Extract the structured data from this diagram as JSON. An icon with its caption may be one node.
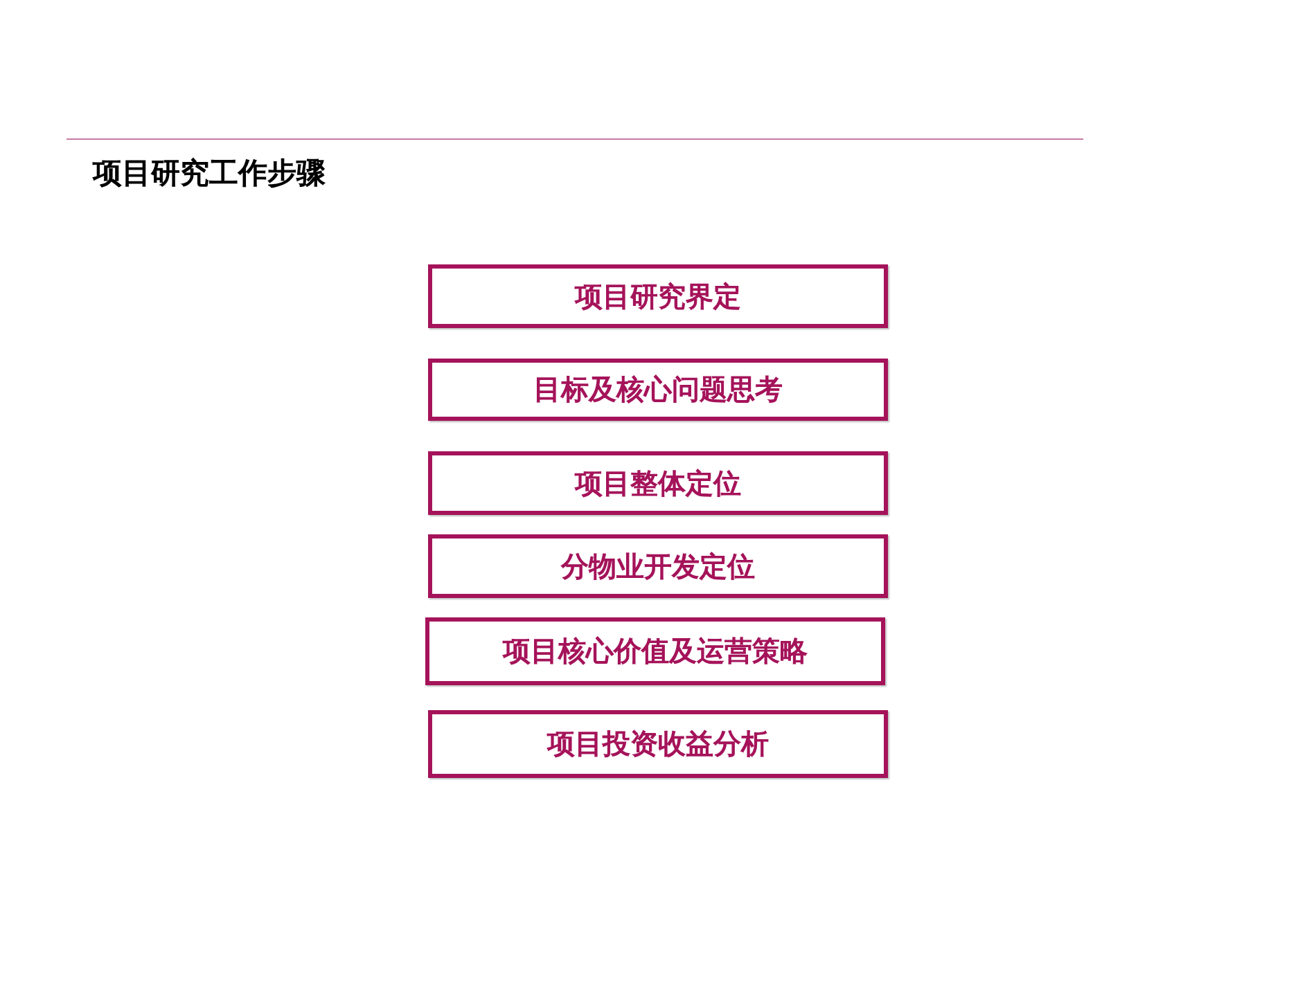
{
  "diagram": {
    "title": "项目研究工作步骤",
    "nodes": [
      {
        "text": [
          "项目研究界定"
        ]
      },
      {
        "text": [
          "目标及核心问题思考"
        ]
      },
      {
        "text": [
          "项目整体定位"
        ]
      },
      {
        "text": [
          "分物业开发定位"
        ]
      },
      {
        "text": [
          "项目核心价值及运营策略"
        ]
      },
      {
        "text": [
          "项目投资收益分析"
        ]
      }
    ],
    "edges": []
  }
}
